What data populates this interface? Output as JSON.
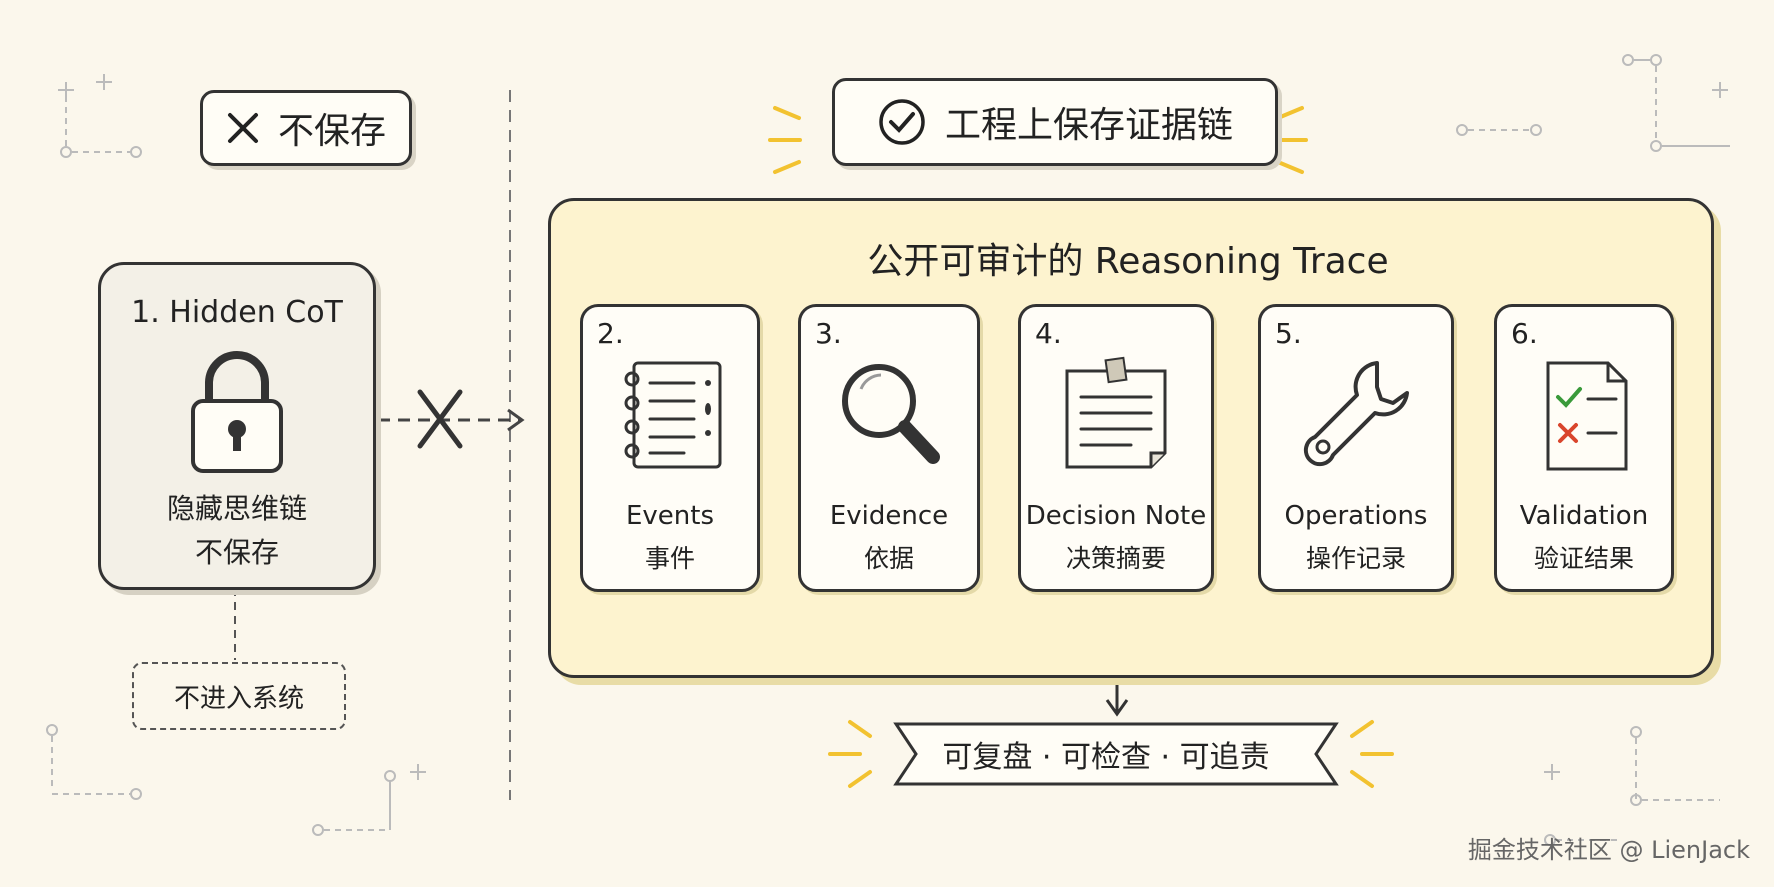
{
  "left_tag": {
    "label": "不保存"
  },
  "right_tag": {
    "label": "工程上保存证据链"
  },
  "hidden_cot": {
    "title": "1. Hidden CoT",
    "line1": "隐藏思维链",
    "line2": "不保存",
    "note": "不进入系统"
  },
  "panel": {
    "title": "公开可审计的 Reasoning Trace"
  },
  "steps": [
    {
      "num": "2.",
      "en": "Events",
      "zh": "事件",
      "icon": "notebook-icon"
    },
    {
      "num": "3.",
      "en": "Evidence",
      "zh": "依据",
      "icon": "magnifier-icon"
    },
    {
      "num": "4.",
      "en": "Decision Note",
      "zh": "决策摘要",
      "icon": "sticky-note-icon"
    },
    {
      "num": "5.",
      "en": "Operations",
      "zh": "操作记录",
      "icon": "wrench-icon"
    },
    {
      "num": "6.",
      "en": "Validation",
      "zh": "验证结果",
      "icon": "checklist-icon"
    }
  ],
  "result": {
    "label": "可复盘 · 可检查 · 可追责"
  },
  "watermark": "掘金技术社区 @ LienJack",
  "colors": {
    "panel": "#fdf3cf",
    "accent": "#f2c230",
    "check": "#3a9a3a",
    "cross": "#d9452c"
  }
}
